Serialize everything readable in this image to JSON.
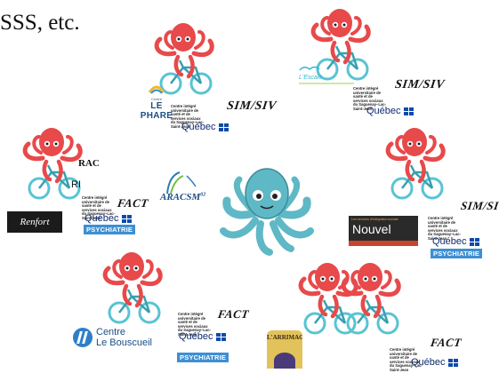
{
  "title_fragment": "SSS, etc.",
  "center": {
    "aracsm_label": "ARACSM",
    "aracsm_sup": "02"
  },
  "logos": {
    "le_phare": "LE PHARE",
    "le_phare_small": "Centre",
    "escale": "L'Escale",
    "renfort": "Renfort",
    "nouvel": "Nouvel",
    "nouvel_sub": "Les services d'intégration sociale",
    "bouscueil_line1": "Centre",
    "bouscueil_line2": "Le Bouscueil",
    "arrimage": "L'ARRIMAGE"
  },
  "ciusss_text": "Centre intégré universitaire de santé et de services sociaux du Saguenay–Lac-Saint-Jean",
  "quebec": "Québec",
  "psychiatrie": "PSYCHIATRIE",
  "programs": {
    "sim_siv": "SIM/SIV",
    "fact": "FACT",
    "rac": "RAC",
    "ri": "RI"
  },
  "colors": {
    "octopus_red": "#e8494a",
    "octopus_teal": "#5fb8c5",
    "bike_teal": "#57c4d3",
    "quebec_blue": "#0c4bab",
    "psy_blue": "#3e8fd3"
  }
}
